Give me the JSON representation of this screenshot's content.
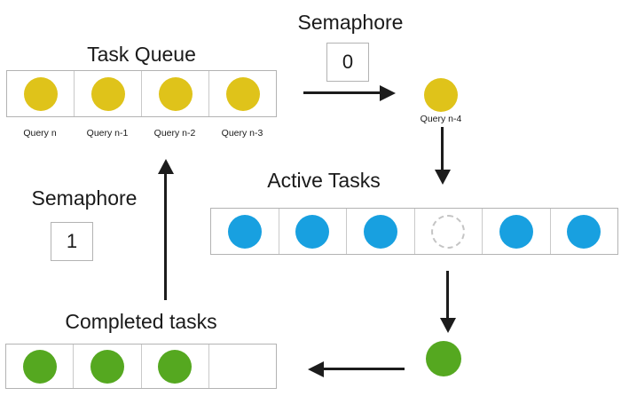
{
  "colors": {
    "queued_dot": "#dfc31a",
    "running_dot": "#18a0e0",
    "done_dot": "#55a820",
    "arrow": "#1c1c1c",
    "tray_border": "#b3b3b3"
  },
  "task_queue": {
    "title": "Task Queue",
    "slots": [
      "queued",
      "queued",
      "queued",
      "queued"
    ],
    "slot_labels": [
      "Query n",
      "Query n-1",
      "Query n-2",
      "Query n-3"
    ]
  },
  "semaphore_top": {
    "title": "Semaphore",
    "value": "0"
  },
  "dequeued_task": {
    "label": "Query n-4"
  },
  "active_tasks": {
    "title": "Active Tasks",
    "slots": [
      "running",
      "running",
      "running",
      "free",
      "running",
      "running"
    ]
  },
  "semaphore_left": {
    "title": "Semaphore",
    "value": "1"
  },
  "completed_tasks": {
    "title": "Completed tasks",
    "slots": [
      "done",
      "done",
      "done",
      "empty"
    ]
  }
}
